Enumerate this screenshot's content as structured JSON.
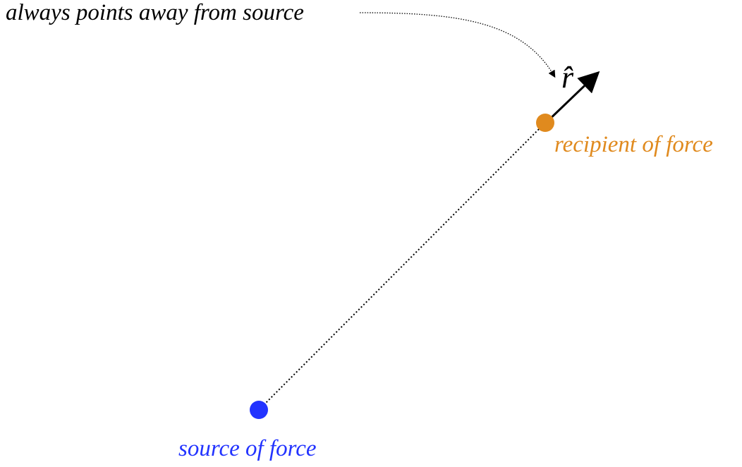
{
  "annotation": "always points away from source",
  "vector_label": "r̂",
  "recipient_label": "recipient of force",
  "source_label": "source of force",
  "colors": {
    "source": "#2233ff",
    "recipient": "#e08a1e",
    "text": "#000000"
  }
}
